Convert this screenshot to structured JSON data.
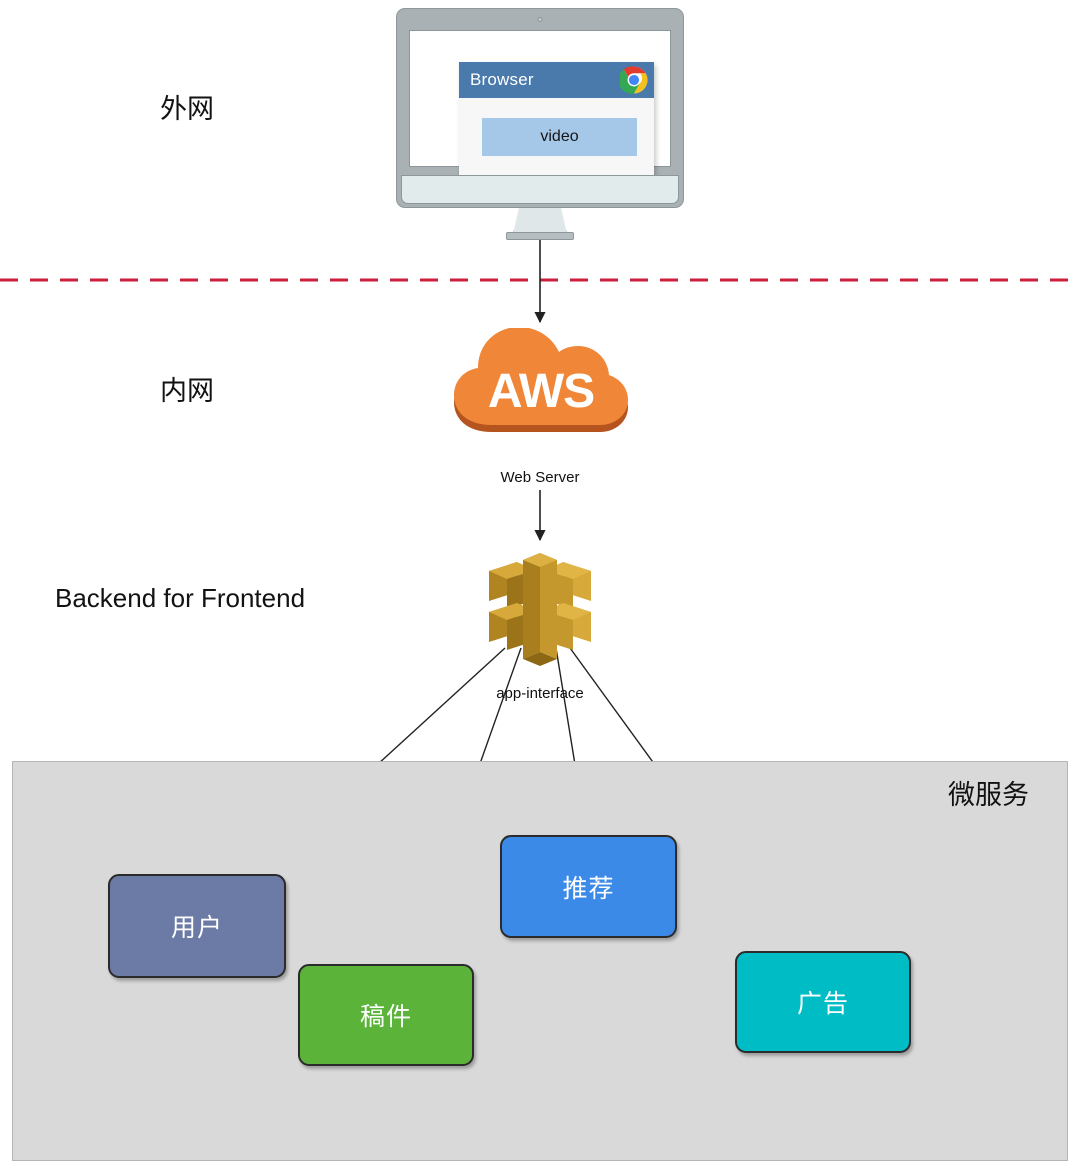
{
  "diagram": {
    "zones": {
      "external_network": "外网",
      "internal_network": "内网",
      "bff": "Backend for Frontend",
      "microservices": "微服务"
    },
    "edges": {
      "web_server": "Web Server",
      "app_interface": "app-interface"
    },
    "client": {
      "browser_title": "Browser",
      "video_label": "video",
      "chrome_icon": "chrome-icon"
    },
    "cloud": {
      "label": "AWS",
      "color": "#ef8638"
    },
    "bff_node": {
      "icon": "aws-ecs-icon",
      "color": "#bf9024"
    },
    "services": [
      {
        "label": "用户",
        "color": "#6c7aa6"
      },
      {
        "label": "稿件",
        "color": "#5cb33a"
      },
      {
        "label": "推荐",
        "color": "#3b8ae8"
      },
      {
        "label": "广告",
        "color": "#00bcc4"
      }
    ],
    "divider": {
      "name": "network-boundary",
      "color": "#cc1f3c",
      "style": "dashed"
    },
    "group_box": {
      "background": "#d9d9d9",
      "border": "#b5b5b5"
    }
  }
}
